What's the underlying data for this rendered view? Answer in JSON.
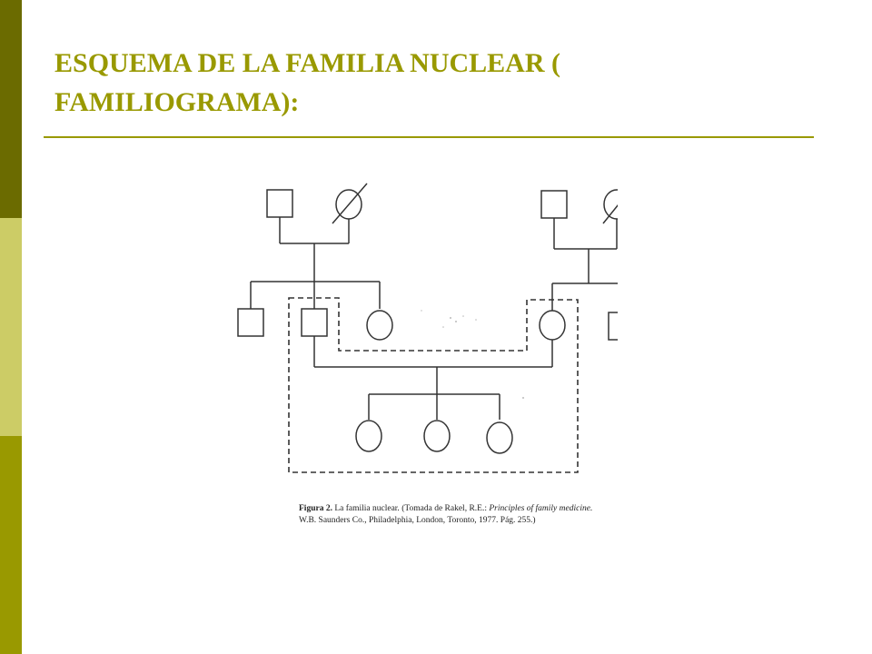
{
  "slide": {
    "title_line_1": "ESQUEMA DE LA FAMILIA NUCLEAR (",
    "title_line_2": "FAMILIOGRAMA):",
    "accent_colors": {
      "title": "#999900",
      "bar_top": "#6b6b00",
      "bar_mid": "#cccc66",
      "bar_bottom": "#999900"
    }
  },
  "figure": {
    "caption_label": "Figura 2.",
    "caption_title": "La familia nuclear.",
    "caption_source_prefix": "(Tomada de Rakel, R.E.:",
    "caption_book": "Principles of family medicine.",
    "caption_source_suffix": "W.B. Saunders Co., Philadelphia, London, Toronto, 1977. Pág. 255.)"
  }
}
